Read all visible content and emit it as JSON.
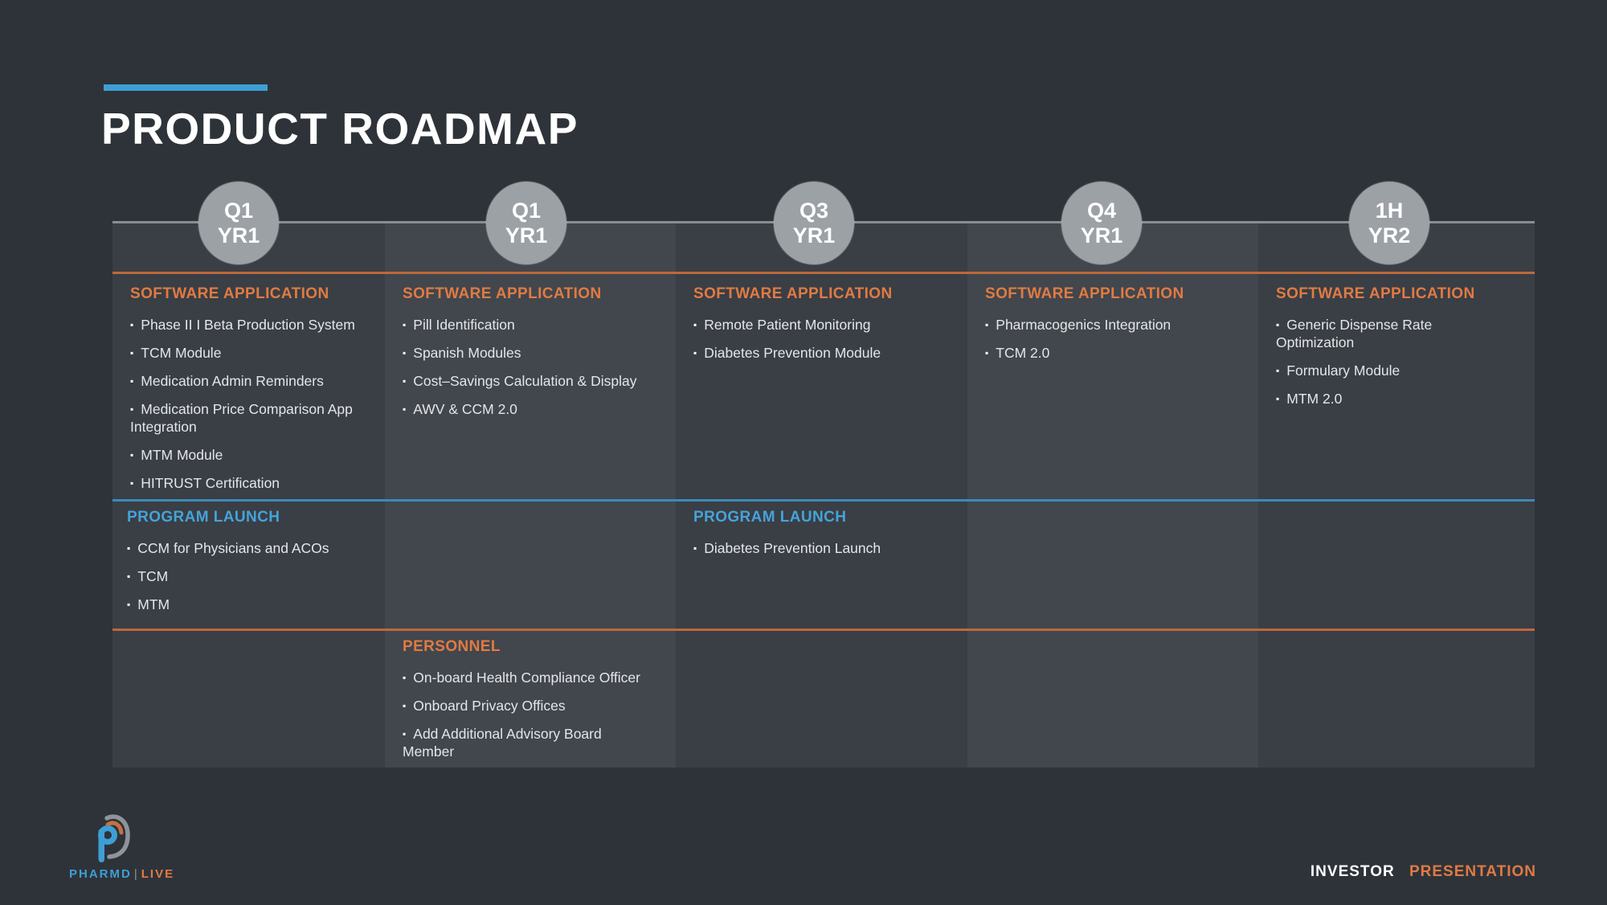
{
  "title": "PRODUCT ROADMAP",
  "glyphs": {
    "bullet": "▪"
  },
  "colors": {
    "background": "#2e333a",
    "column_dark": "#3a3e45",
    "column_light": "#42464d",
    "accent_orange": "#e07b42",
    "accent_blue": "#3e9fd4",
    "line_orange": "#bc683c",
    "line_blue": "#3e8ab4",
    "timeline_gray": "#878d93",
    "milestone_fill": "#9ca1a6",
    "text_light": "#e4e6e8"
  },
  "timeline": [
    {
      "quarter": "Q1",
      "year": "YR1"
    },
    {
      "quarter": "Q1",
      "year": "YR1"
    },
    {
      "quarter": "Q3",
      "year": "YR1"
    },
    {
      "quarter": "Q4",
      "year": "YR1"
    },
    {
      "quarter": "1H",
      "year": "YR2"
    }
  ],
  "sections": {
    "software_application_label": "SOFTWARE APPLICATION",
    "program_launch_label": "PROGRAM LAUNCH",
    "personnel_label": "PERSONNEL"
  },
  "columns": [
    {
      "software_application": [
        "Phase II I Beta Production System",
        "TCM Module",
        "Medication Admin Reminders",
        "Medication Price Comparison App Integration",
        "MTM Module",
        "HITRUST Certification"
      ],
      "program_launch": [
        "CCM for Physicians and ACOs",
        "TCM",
        "MTM"
      ]
    },
    {
      "software_application": [
        "Pill Identification",
        "Spanish Modules",
        "Cost–Savings Calculation & Display",
        "AWV & CCM 2.0"
      ],
      "personnel": [
        "On-board Health Compliance Officer",
        "Onboard Privacy Offices",
        "Add Additional Advisory Board Member"
      ]
    },
    {
      "software_application": [
        "Remote Patient Monitoring",
        "Diabetes Prevention Module"
      ],
      "program_launch": [
        "Diabetes Prevention Launch"
      ]
    },
    {
      "software_application": [
        "Pharmacogenics Integration",
        "TCM 2.0"
      ]
    },
    {
      "software_application": [
        "Generic Dispense Rate Optimization",
        "Formulary Module",
        "MTM 2.0"
      ]
    }
  ],
  "footer": {
    "brand_primary": "PHARMD",
    "brand_divider": "|",
    "brand_secondary": "LIVE",
    "right_primary": "INVESTOR",
    "right_secondary": "PRESENTATION"
  }
}
